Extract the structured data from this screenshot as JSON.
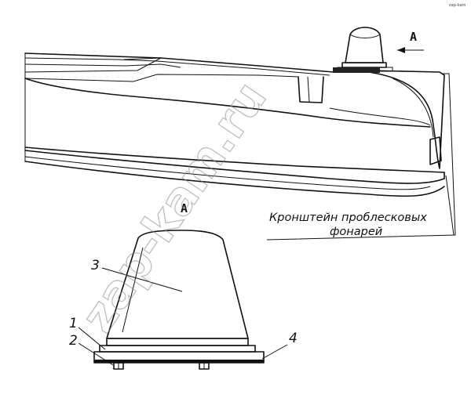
{
  "views": {
    "arrow_label": "A",
    "section_label": "A"
  },
  "callout": {
    "line1": "Кронштейн проблесковых",
    "line2": "фонарей"
  },
  "parts": [
    {
      "number": "1"
    },
    {
      "number": "2"
    },
    {
      "number": "3"
    },
    {
      "number": "4"
    }
  ],
  "watermark": {
    "text": "zap-kam.ru"
  },
  "corner_mark": "zap-kam"
}
